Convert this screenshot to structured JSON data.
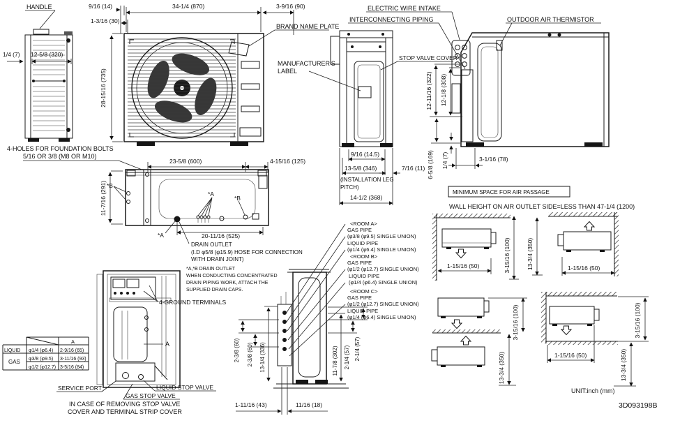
{
  "drawing": {
    "unit_note": "UNIT:inch (mm)",
    "number": "3D093198B"
  },
  "colors": {
    "ink": "#1a1a1a",
    "paper": "#ffffff"
  },
  "labels": {
    "handle": "HANDLE",
    "brand_name_plate": "BRAND NAME PLATE",
    "manufacturers_label_line1": "MANUFACTURER'S",
    "manufacturers_label_line2": "LABEL",
    "electric_wire_intake": "ELECTRIC WIRE INTAKE",
    "interconnecting_piping": "INTERCONNECTING PIPING",
    "stop_valve_cover": "STOP VALVE COVER",
    "outdoor_air_thermistor": "OUTDOOR AIR THERMISTOR",
    "foundation_bolts_line1": "4-HOLES FOR FOUNDATION BOLTS",
    "foundation_bolts_line2": "5/16 OR 3/8 (M8 OR M10)",
    "installation_leg_line1": "(INSTALLATION LEG",
    "installation_leg_line2": "PITCH)",
    "drain_outlet_line1": "DRAIN OUTLET",
    "drain_outlet_line2": "(I.D φ5/8 (φ15.9) HOSE FOR CONNECTION",
    "drain_outlet_line3": "WITH DRAIN JOINT)",
    "drain_note_line1": "*A,*B DRAIN OUTLET",
    "drain_note_line2": "WHEN CONDUCTING CONCENTRATED",
    "drain_note_line3": "DRAIN PIPING WORK, ATTACH THE",
    "drain_note_line4": "SUPPLIED DRAIN CAPS.",
    "ground_terminals": "4-GROUND TERMINALS",
    "service_port": "SERVICE PORT",
    "liquid_stop_valve": "LIQUID STOP VALVE",
    "gas_stop_valve": "GAS STOP VALVE",
    "removal_note_line1": "IN CASE OF REMOVING STOP VALVE",
    "removal_note_line2": "COVER AND TERMINAL STRIP COVER",
    "min_space_title": "MINIMUM SPACE FOR AIR PASSAGE",
    "wall_height_note": "WALL HEIGHT ON AIR OUTLET SIDE=LESS THAN 47-1/4 (1200)",
    "callout_a": "*A",
    "callout_b": "*B",
    "section_a": "A"
  },
  "dims": {
    "d7": "1/4 (7)",
    "d320": "12-5/8 (320)",
    "d14": "9/16 (14)",
    "d30": "1-3/16 (30)",
    "d870": "34-1/4 (870)",
    "d90": "3-9/16 (90)",
    "d735": "28-15/16 (735)",
    "d322": "12-11/16 (322)",
    "d308": "12-1/8 (308)",
    "d169": "6-5/8 (169)",
    "d78": "3-1/16 (78)",
    "d14_5": "9/16 (14.5)",
    "d346": "13-5/8 (346)",
    "d11": "7/16 (11)",
    "d368": "14-1/2 (368)",
    "d600": "23-5/8 (600)",
    "d125": "4-15/16 (125)",
    "d291": "11-7/16 (291)",
    "d525": "20-11/16 (525)",
    "d60": "2-3/8 (60)",
    "d336": "13-1/4 (336)",
    "d302": "11-7/8 (302)",
    "d57": "2-1/4 (57)",
    "d43": "1-11/16 (43)",
    "d18": "11/16 (18)",
    "d50": "1-15/16 (50)",
    "d100": "3-15/16 (100)",
    "d350": "13-3/4 (350)"
  },
  "rooms": {
    "a_title": "<ROOM A>",
    "gas_pipe": "GAS PIPE",
    "a_gas_spec": "(φ3/8 (φ9.5) SINGLE UNION)",
    "liquid_pipe": "LIQUID PIPE",
    "liquid_spec": "(φ1/4 (φ6.4) SINGLE UNION)",
    "b_title": "<ROOM B>",
    "bc_gas_spec": "(φ1/2 (φ12.7) SINGLE UNION)",
    "c_title": "<ROOM C>"
  },
  "pipe_table": {
    "col_header": "A",
    "rows": [
      {
        "group": "LIQUID",
        "size": "φ1/4 (φ6.4)",
        "a": "2-9/16 (65)"
      },
      {
        "group": "GAS",
        "size": "φ3/8 (φ9.5)",
        "a": "3-11/16 (93)"
      },
      {
        "group": "",
        "size": "φ1/2 (φ12.7)",
        "a": "3-5/16 (84)"
      }
    ]
  }
}
